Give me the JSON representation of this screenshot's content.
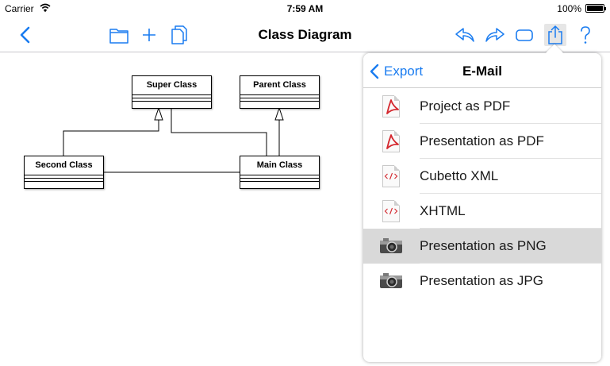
{
  "status_bar": {
    "carrier": "Carrier",
    "time": "7:59 AM",
    "battery": "100%"
  },
  "toolbar": {
    "title": "Class Diagram",
    "accent_color": "#1a7cf0"
  },
  "diagram": {
    "classes": [
      {
        "id": "super",
        "name": "Super Class"
      },
      {
        "id": "parent",
        "name": "Parent Class"
      },
      {
        "id": "second",
        "name": "Second Class"
      },
      {
        "id": "main",
        "name": "Main Class"
      }
    ]
  },
  "popover": {
    "back_label": "Export",
    "title": "E-Mail",
    "items": [
      {
        "label": "Project as PDF",
        "icon": "pdf-icon"
      },
      {
        "label": "Presentation as PDF",
        "icon": "pdf-icon"
      },
      {
        "label": "Cubetto XML",
        "icon": "xml-icon"
      },
      {
        "label": "XHTML",
        "icon": "xml-icon"
      },
      {
        "label": "Presentation as PNG",
        "icon": "camera-icon",
        "highlighted": true
      },
      {
        "label": "Presentation as JPG",
        "icon": "camera-icon"
      }
    ]
  }
}
